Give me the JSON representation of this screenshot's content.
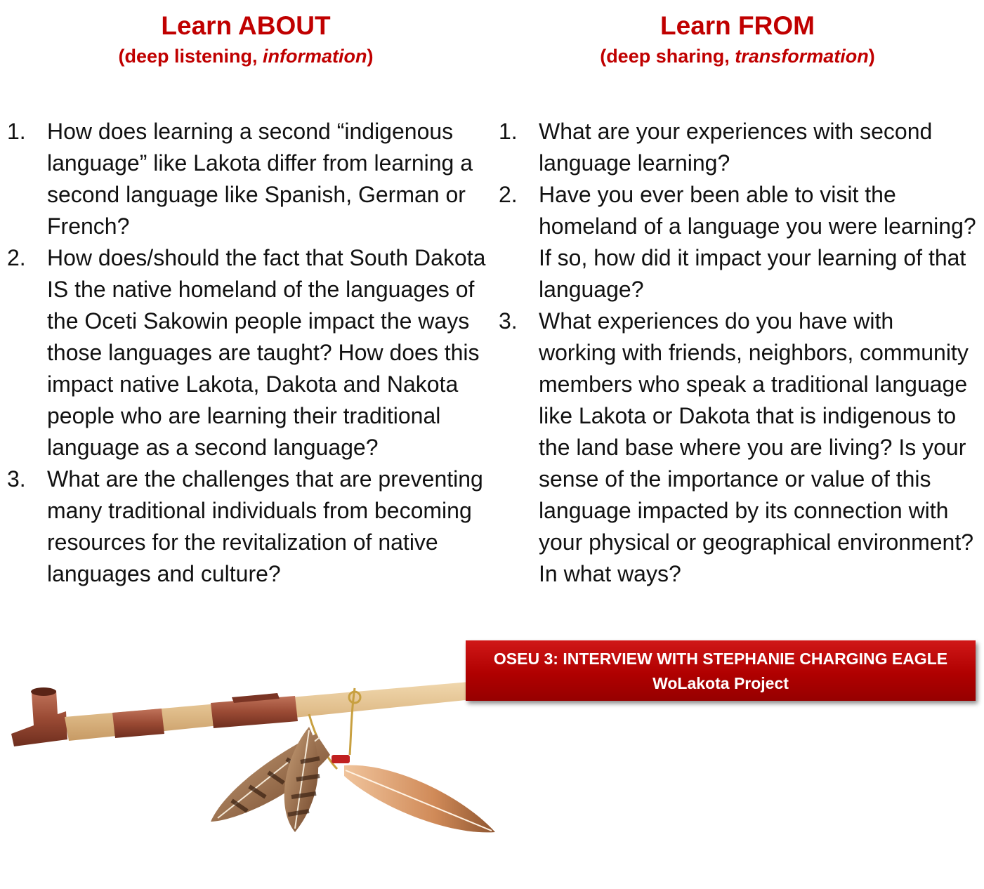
{
  "left_column": {
    "title": "Learn ABOUT",
    "subtitle_prefix": "(deep listening, ",
    "subtitle_italic": "information",
    "subtitle_suffix": ")",
    "questions": [
      {
        "num": "1.",
        "text": "How does learning a second “indigenous language” like Lakota differ from learning a second language like Spanish, German or French?"
      },
      {
        "num": "2.",
        "text": "How does/should the fact that South Dakota IS the native homeland of the languages of the Oceti Sakowin people impact the ways those languages are taught? How does this impact native Lakota, Dakota and Nakota people who are learning their traditional language as a second language?"
      },
      {
        "num": "3.",
        "text": "What are the challenges that are preventing many traditional individuals from becoming resources for the revitalization of native languages and culture?"
      }
    ]
  },
  "right_column": {
    "title": "Learn FROM",
    "subtitle_prefix": "(deep sharing, ",
    "subtitle_italic": "transformation",
    "subtitle_suffix": ")",
    "questions": [
      {
        "num": "1.",
        "text": "What are your experiences with second language learning?"
      },
      {
        "num": "2.",
        "text": "Have you ever been able to visit the homeland of a language you were learning? If so, how did it impact your learning of that language?"
      },
      {
        "num": "3.",
        "text": "What experiences do you have with working with friends, neighbors, community members who speak a traditional language like Lakota or Dakota that is indigenous to the land base where you are living? Is your sense of the importance or value of this language impacted by its connection with your physical or geographical environment? In what ways?"
      }
    ]
  },
  "banner": {
    "line1": "OSEU 3: INTERVIEW WITH STEPHANIE CHARGING EAGLE",
    "line2": "WoLakota Project"
  },
  "illustration": {
    "icon": "pipe-with-feathers-icon",
    "colors": {
      "catlinite": "#9a4a34",
      "wood": "#e8c898",
      "feather_brown": "#8a5a3a",
      "feather_light": "#e8b890"
    }
  }
}
